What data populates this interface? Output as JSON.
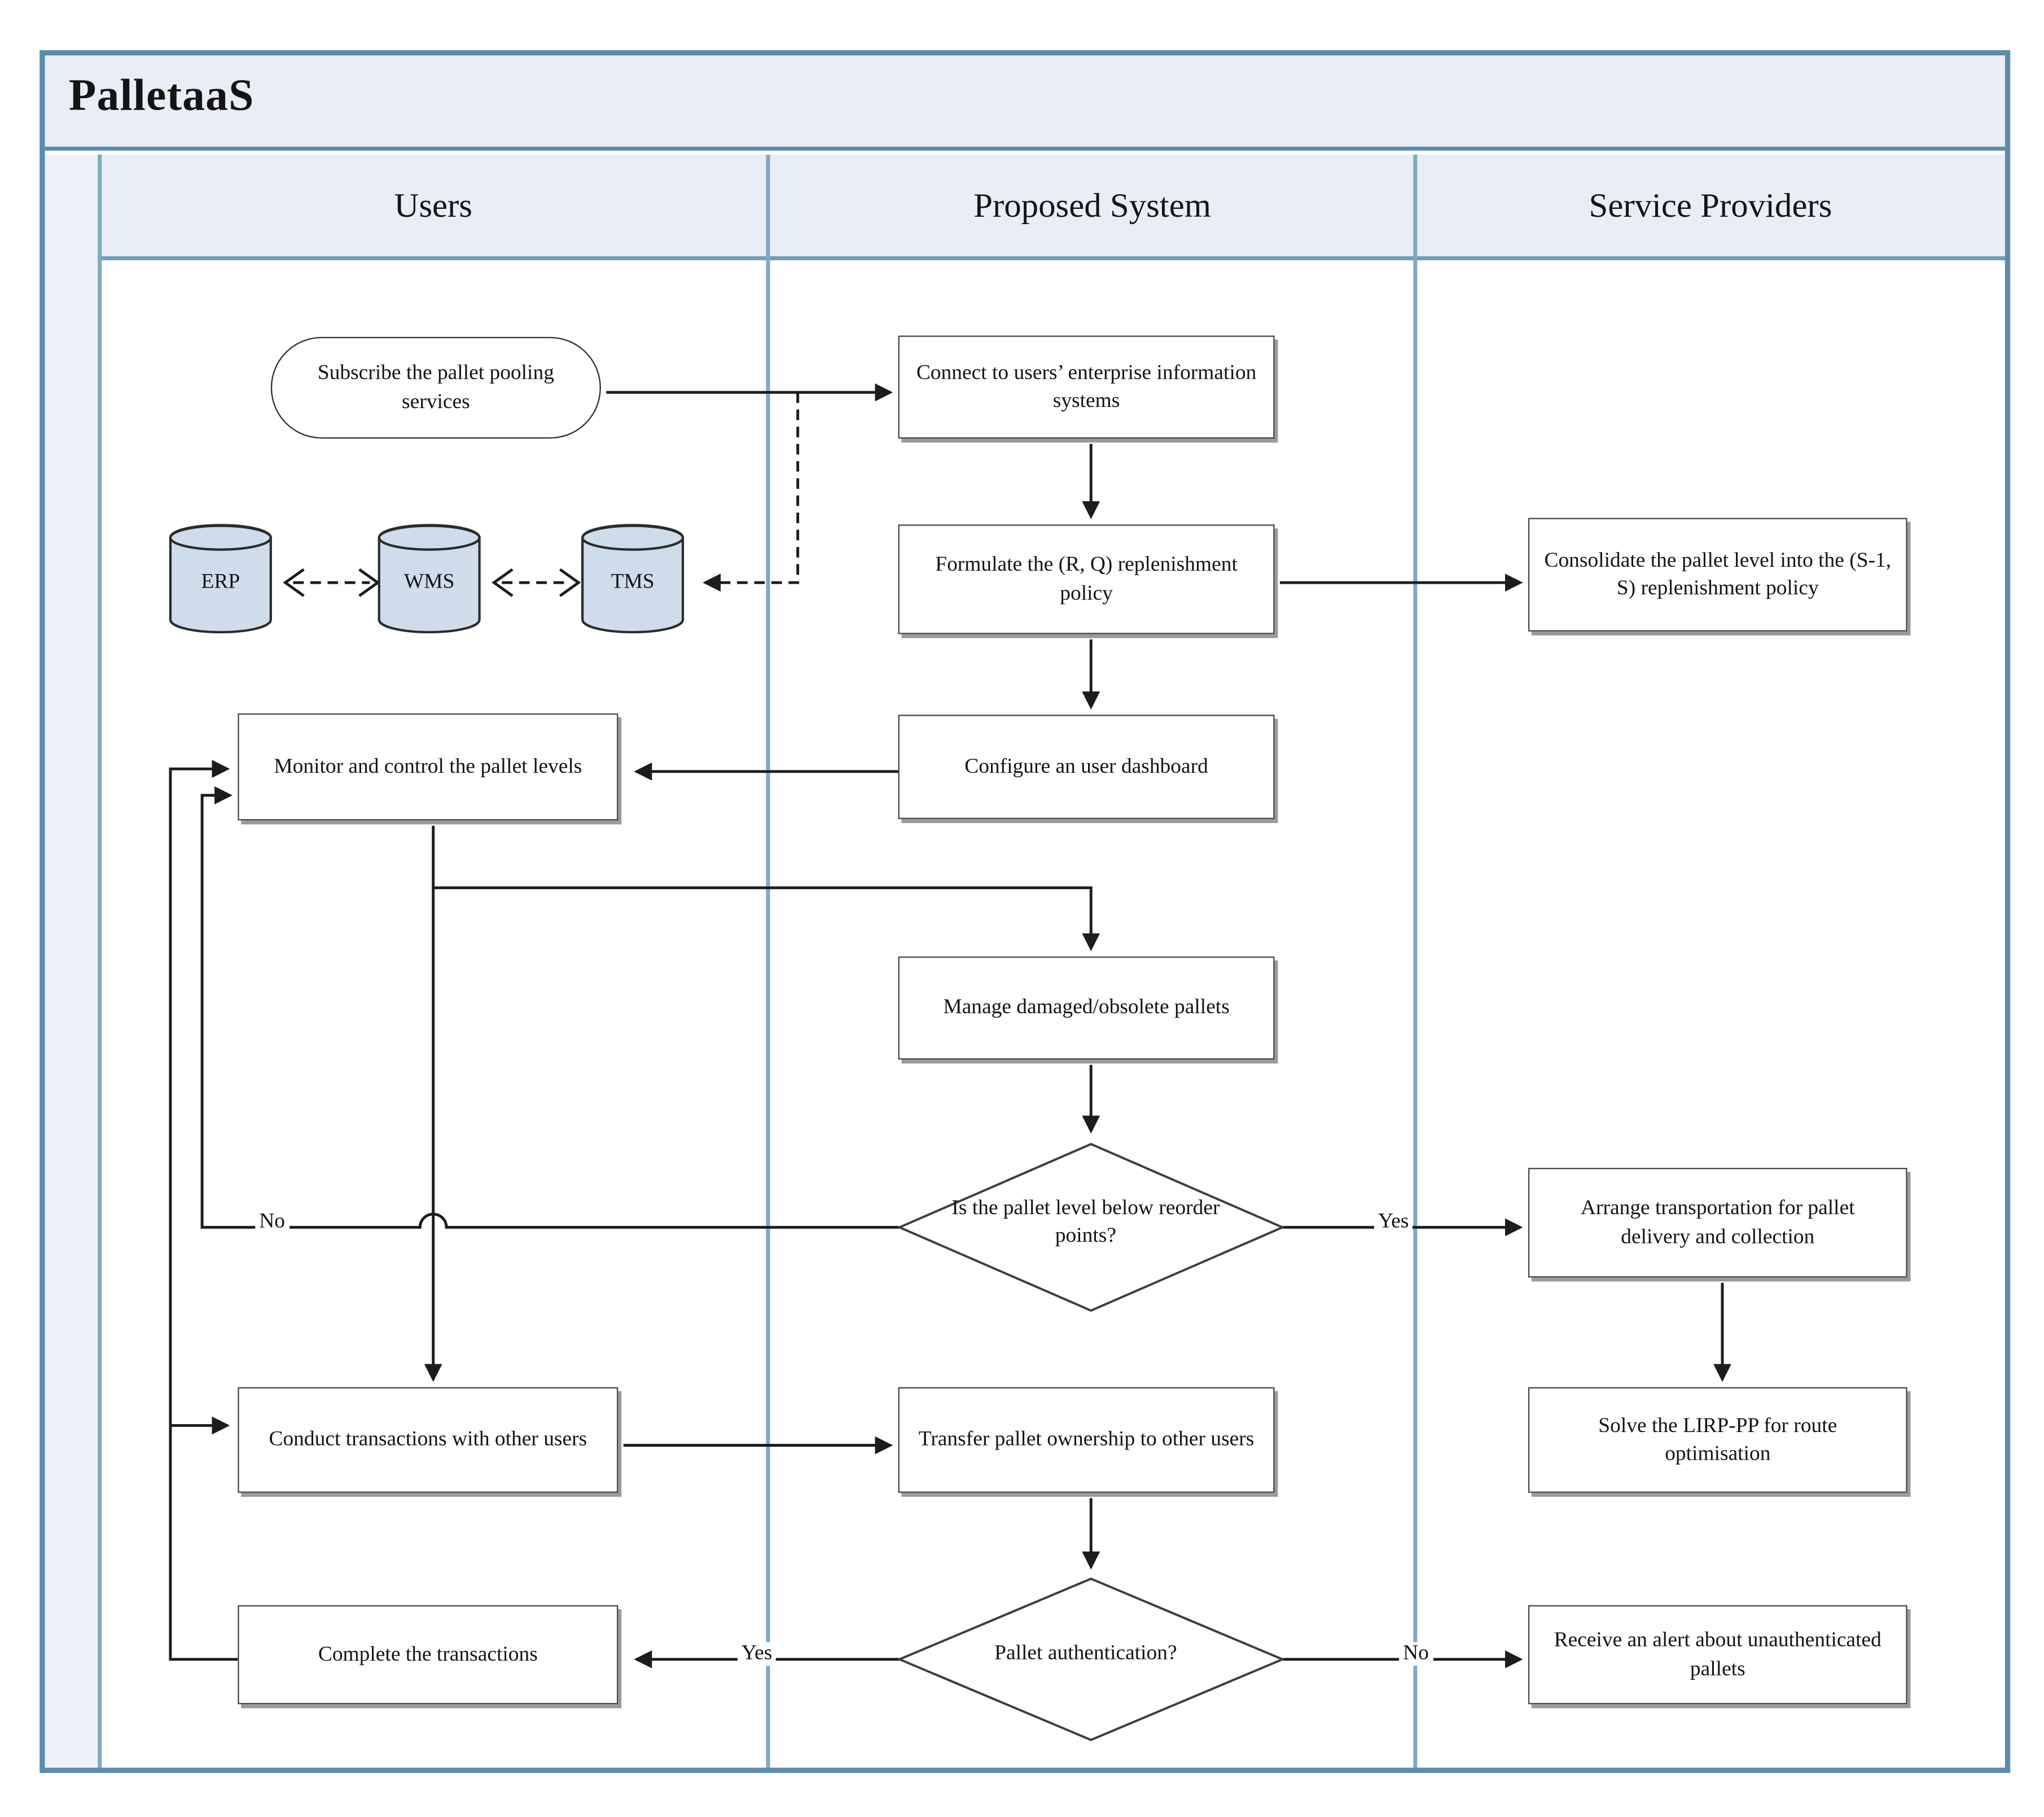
{
  "title": "PalletaaS",
  "lanes": [
    {
      "label": "Users"
    },
    {
      "label": "Proposed System"
    },
    {
      "label": "Service Providers"
    }
  ],
  "nodes": {
    "subscribe": {
      "type": "terminator",
      "label": "Subscribe the pallet pooling services"
    },
    "connect": {
      "type": "process",
      "label": "Connect to users’ enterprise information systems"
    },
    "erp": {
      "type": "datastore",
      "label": "ERP"
    },
    "wms": {
      "type": "datastore",
      "label": "WMS"
    },
    "tms": {
      "type": "datastore",
      "label": "TMS"
    },
    "formulate": {
      "type": "process",
      "label": "Formulate the (R, Q) replenishment policy"
    },
    "consolidate": {
      "type": "process",
      "label": "Consolidate the pallet level into the (S-1, S) replenishment policy"
    },
    "monitor": {
      "type": "process",
      "label": "Monitor and control the pallet levels"
    },
    "configure": {
      "type": "process",
      "label": "Configure an user dashboard"
    },
    "manage": {
      "type": "process",
      "label": "Manage damaged/obsolete pallets"
    },
    "reorder_decision": {
      "type": "decision",
      "label": "Is the pallet level below reorder points?"
    },
    "arrange": {
      "type": "process",
      "label": "Arrange transportation for pallet delivery and collection"
    },
    "solve": {
      "type": "process",
      "label": "Solve the LIRP-PP for route optimisation"
    },
    "conduct": {
      "type": "process",
      "label": "Conduct transactions with other users"
    },
    "transfer": {
      "type": "process",
      "label": "Transfer pallet ownership to other users"
    },
    "auth_decision": {
      "type": "decision",
      "label": "Pallet authentication?"
    },
    "complete": {
      "type": "process",
      "label": "Complete the transactions"
    },
    "receive": {
      "type": "process",
      "label": "Receive an alert about unauthenticated pallets"
    }
  },
  "edge_labels": {
    "reorder_yes": "Yes",
    "reorder_no": "No",
    "auth_yes": "Yes",
    "auth_no": "No"
  },
  "colors": {
    "frame_blue": "#5d8bad",
    "divider_blue": "#7fa8c4",
    "band_fill": "#e9edf5",
    "cylinder_fill": "#cfdcec",
    "line_black": "#1c1c1c"
  }
}
